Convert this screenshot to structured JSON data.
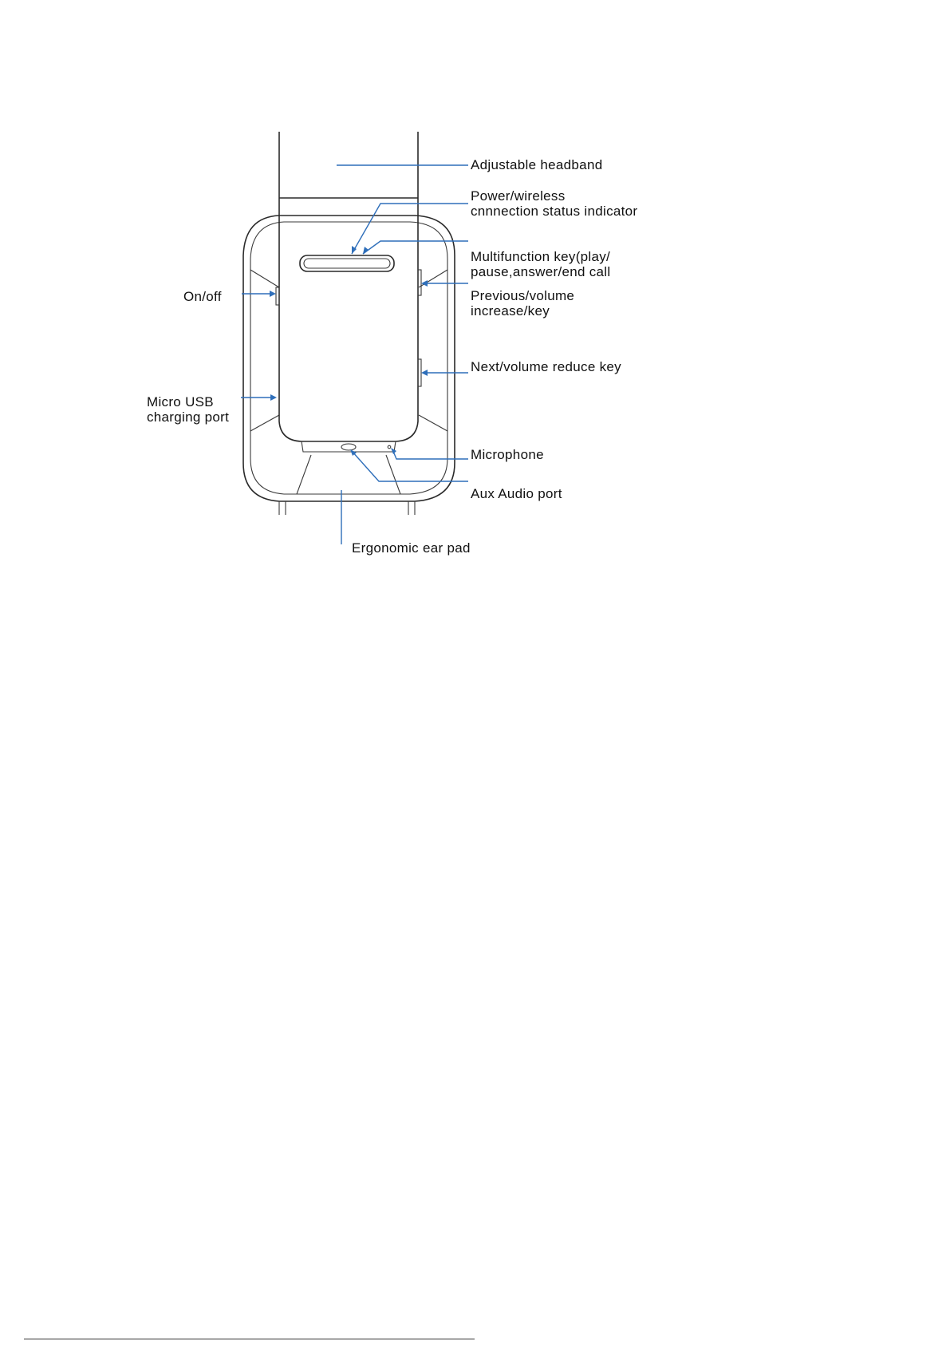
{
  "diagram": {
    "labels": {
      "adjustable_headband": "Adjustable headband",
      "power_indicator_line1": "Power/wireless",
      "power_indicator_line2": "cnnnection status indicator",
      "multifunction_line1": "Multifunction key(play/",
      "multifunction_line2": "pause,answer/end call",
      "on_off": "On/off",
      "previous_line1": "Previous/volume",
      "previous_line2": "increase/key",
      "next_volume": "Next/volume reduce key",
      "micro_usb_line1": "Micro USB",
      "micro_usb_line2": "charging port",
      "microphone": "Microphone",
      "aux_audio": "Aux Audio port",
      "ear_pad": "Ergonomic ear pad"
    },
    "colors": {
      "leader_lines": "#2f6fba",
      "device_outline": "#2a2a2a"
    }
  }
}
